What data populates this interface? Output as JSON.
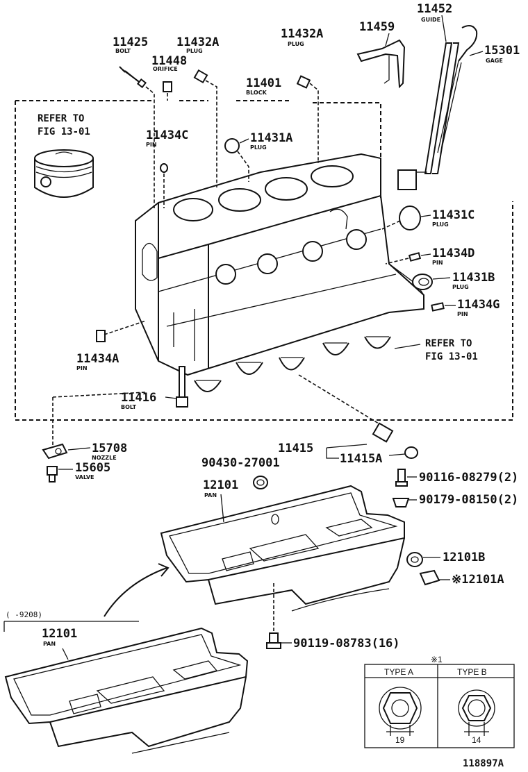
{
  "diagram_id": "118897A",
  "refer_block": "REFER TO FIG 13-01",
  "refer_crank": "REFER TO FIG 13-01",
  "parts": {
    "p11425": {
      "number": "11425",
      "name": "BOLT"
    },
    "p11448": {
      "number": "11448",
      "name": "ORIFICE"
    },
    "p11432A_1": {
      "number": "11432A",
      "name": "PLUG"
    },
    "p11432A_2": {
      "number": "11432A",
      "name": "PLUG"
    },
    "p11459": {
      "number": "11459",
      "name": ""
    },
    "p11452": {
      "number": "11452",
      "name": "GUIDE"
    },
    "p15301": {
      "number": "15301",
      "name": "GAGE"
    },
    "p11401": {
      "number": "11401",
      "name": "BLOCK"
    },
    "p11434C": {
      "number": "11434C",
      "name": "PIN"
    },
    "p11431A": {
      "number": "11431A",
      "name": "PLUG"
    },
    "p11431C": {
      "number": "11431C",
      "name": "PLUG"
    },
    "p11434D": {
      "number": "11434D",
      "name": "PIN"
    },
    "p11431B": {
      "number": "11431B",
      "name": "PLUG"
    },
    "p11434G": {
      "number": "11434G",
      "name": "PIN"
    },
    "p11434A": {
      "number": "11434A",
      "name": "PIN"
    },
    "p11416": {
      "number": "11416",
      "name": "BOLT"
    },
    "p11415": {
      "number": "11415",
      "name": ""
    },
    "p11415A": {
      "number": "11415A",
      "name": ""
    },
    "p15708": {
      "number": "15708",
      "name": "NOZZLE"
    },
    "p15605": {
      "number": "15605",
      "name": "VALVE"
    },
    "p90430": {
      "number": "90430-27001",
      "name": ""
    },
    "p12101": {
      "number": "12101",
      "name": "PAN"
    },
    "p12101_old": {
      "number": "12101",
      "name": "PAN"
    },
    "p90116": {
      "number": "90116-08279(2)",
      "name": ""
    },
    "p90179": {
      "number": "90179-08150(2)",
      "name": ""
    },
    "p12101B": {
      "number": "12101B",
      "name": ""
    },
    "p12101A": {
      "number": "※12101A",
      "name": ""
    },
    "p90119": {
      "number": "90119-08783(16)",
      "name": ""
    }
  },
  "old_pan_period": "(     -9208)",
  "type_table": {
    "mark": "※1",
    "type_a": {
      "label": "TYPE A",
      "size": "19"
    },
    "type_b": {
      "label": "TYPE B",
      "size": "14"
    }
  }
}
